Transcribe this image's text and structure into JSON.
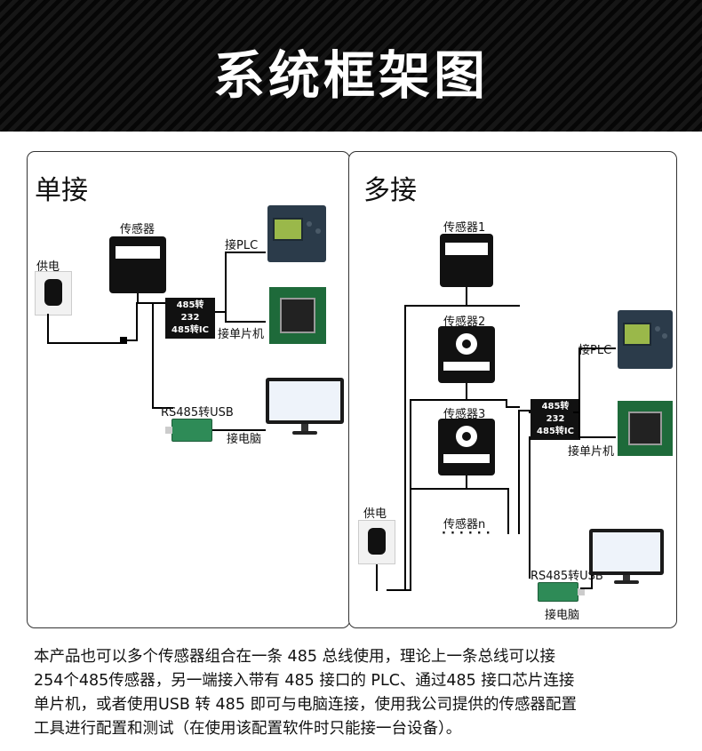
{
  "header": {
    "title": "系统框架图"
  },
  "single": {
    "title": "单接",
    "sensor_label": "传感器",
    "power_label": "供电",
    "converter_line1": "485转232",
    "converter_line2": "485转IC",
    "plc_label": "接PLC",
    "mcu_label": "接单片机",
    "usb_label": "RS485转USB",
    "pc_label": "接电脑"
  },
  "multi": {
    "title": "多接",
    "sensor1_label": "传感器1",
    "sensor2_label": "传感器2",
    "sensor3_label": "传感器3",
    "sensorn_label": "传感器n",
    "power_label": "供电",
    "converter_line1": "485转232",
    "converter_line2": "485转IC",
    "plc_label": "接PLC",
    "mcu_label": "接单片机",
    "usb_label": "RS485转USB",
    "pc_label": "接电脑"
  },
  "description": {
    "lines": [
      "本产品也可以多个传感器组合在一条 485 总线使用，理论上一条总线可以接",
      "254个485传感器，另一端接入带有 485 接口的 PLC、通过485 接口芯片连接",
      "单片机，或者使用USB 转 485 即可与电脑连接，使用我公司提供的传感器配置",
      "工具进行配置和测试（在使用该配置软件时只能接一台设备）。"
    ]
  }
}
